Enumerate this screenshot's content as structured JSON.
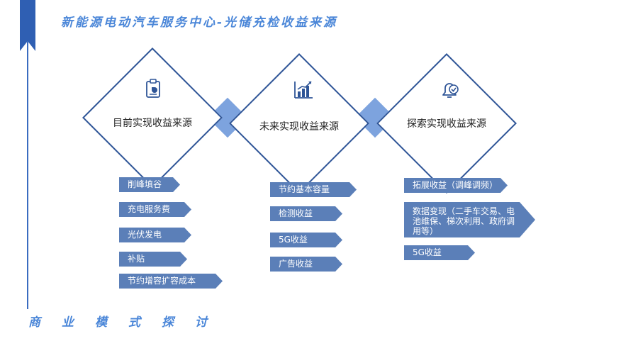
{
  "header": {
    "title": "新能源电动汽车服务中心-光储充检收益来源"
  },
  "footer": {
    "subtitle": "商业模式探讨"
  },
  "sections": [
    {
      "label": "目前实现收益来源",
      "icon": "clipboard-chart-icon",
      "items": [
        "削峰填谷",
        "充电服务费",
        "光伏发电",
        "补贴",
        "节约增容扩容成本"
      ]
    },
    {
      "label": "未来实现收益来源",
      "icon": "bar-chart-growth-icon",
      "items": [
        "节约基本容量",
        "检测收益",
        "5G收益",
        "广告收益"
      ]
    },
    {
      "label": "探索实现收益来源",
      "icon": "bell-check-icon",
      "items": [
        "拓展收益（调峰调频）",
        "数据变现（二手车交易、电池维保、梯次利用、政府调用等）",
        "5G收益"
      ]
    }
  ],
  "colors": {
    "accent": "#4a86d8",
    "tag": "#5b7fb8",
    "diamond_border": "#2f5597",
    "connector": "#7da3de"
  }
}
